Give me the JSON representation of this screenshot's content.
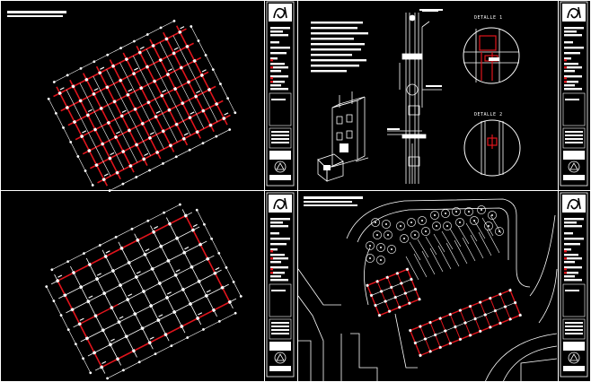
{
  "theme": {
    "background": "#000000",
    "line_color": "#ffffff",
    "highlight_color": "#e0141c",
    "panel_fill": "#ffffff"
  },
  "sheets": [
    {
      "position": "top-left",
      "content": "structural plan with beam grid"
    },
    {
      "position": "top-right",
      "content": "construction details"
    },
    {
      "position": "bottom-left",
      "content": "structural plan with column grid"
    },
    {
      "position": "bottom-right",
      "content": "site plan with trees and parking"
    }
  ],
  "details": {
    "detail_1_label": "DETALLE 1",
    "detail_2_label": "DETALLE 2"
  },
  "title_block": {
    "logo_icon": "spiral-logo-icon",
    "stamp_icon": "triangle-in-circle-icon"
  }
}
